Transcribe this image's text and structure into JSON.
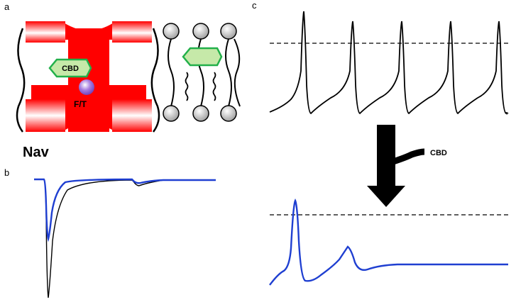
{
  "panels": {
    "a": {
      "letter": "a",
      "channel_label": "Nav",
      "drug_label": "CBD",
      "site_label": "F/T"
    },
    "b": {
      "letter": "b"
    },
    "c": {
      "letter": "c",
      "drug_label": "CBD"
    }
  },
  "colors": {
    "channel": "#ff0000",
    "channel_highlight": "#ffffff",
    "drug_fill": "#c6e9a9",
    "drug_stroke": "#22b04a",
    "site": "#8c55d6",
    "lipid_head": "#c8c8c8",
    "trace_control": "#000000",
    "trace_cbd": "#1f3fd1"
  }
}
